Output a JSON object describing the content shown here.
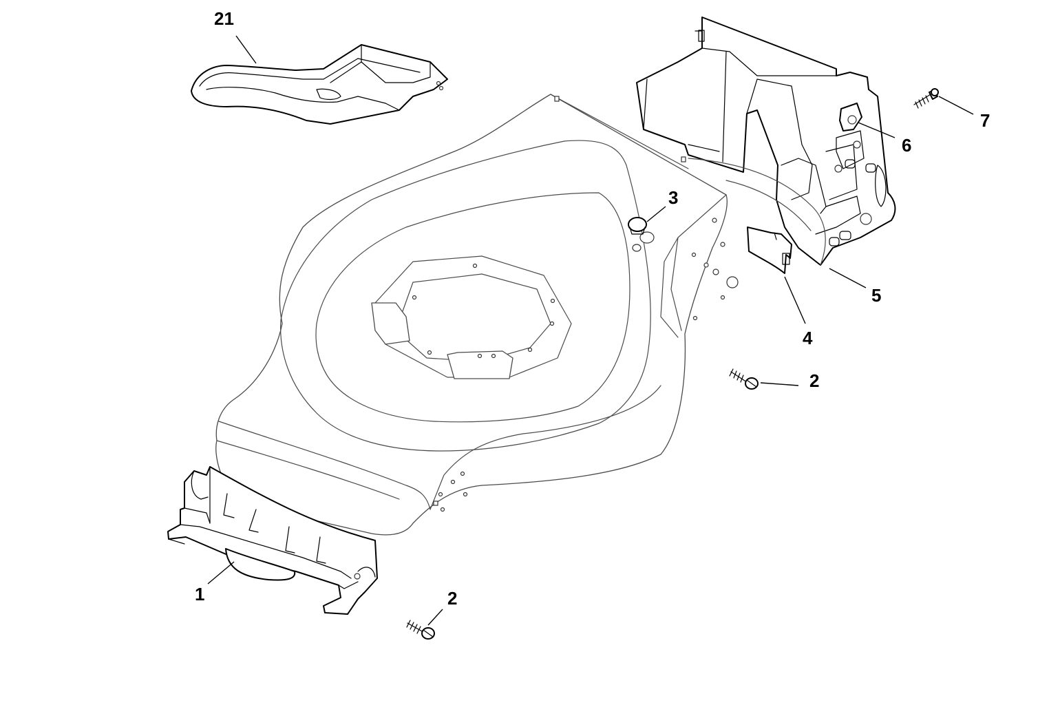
{
  "callouts": {
    "c21": "21",
    "c3": "3",
    "c7": "7",
    "c6": "6",
    "c5": "5",
    "c4": "4",
    "c2a": "2",
    "c1": "1",
    "c2b": "2"
  },
  "colors": {
    "line": "#000000",
    "deck_line": "#4a4a4a",
    "background": "#ffffff"
  }
}
